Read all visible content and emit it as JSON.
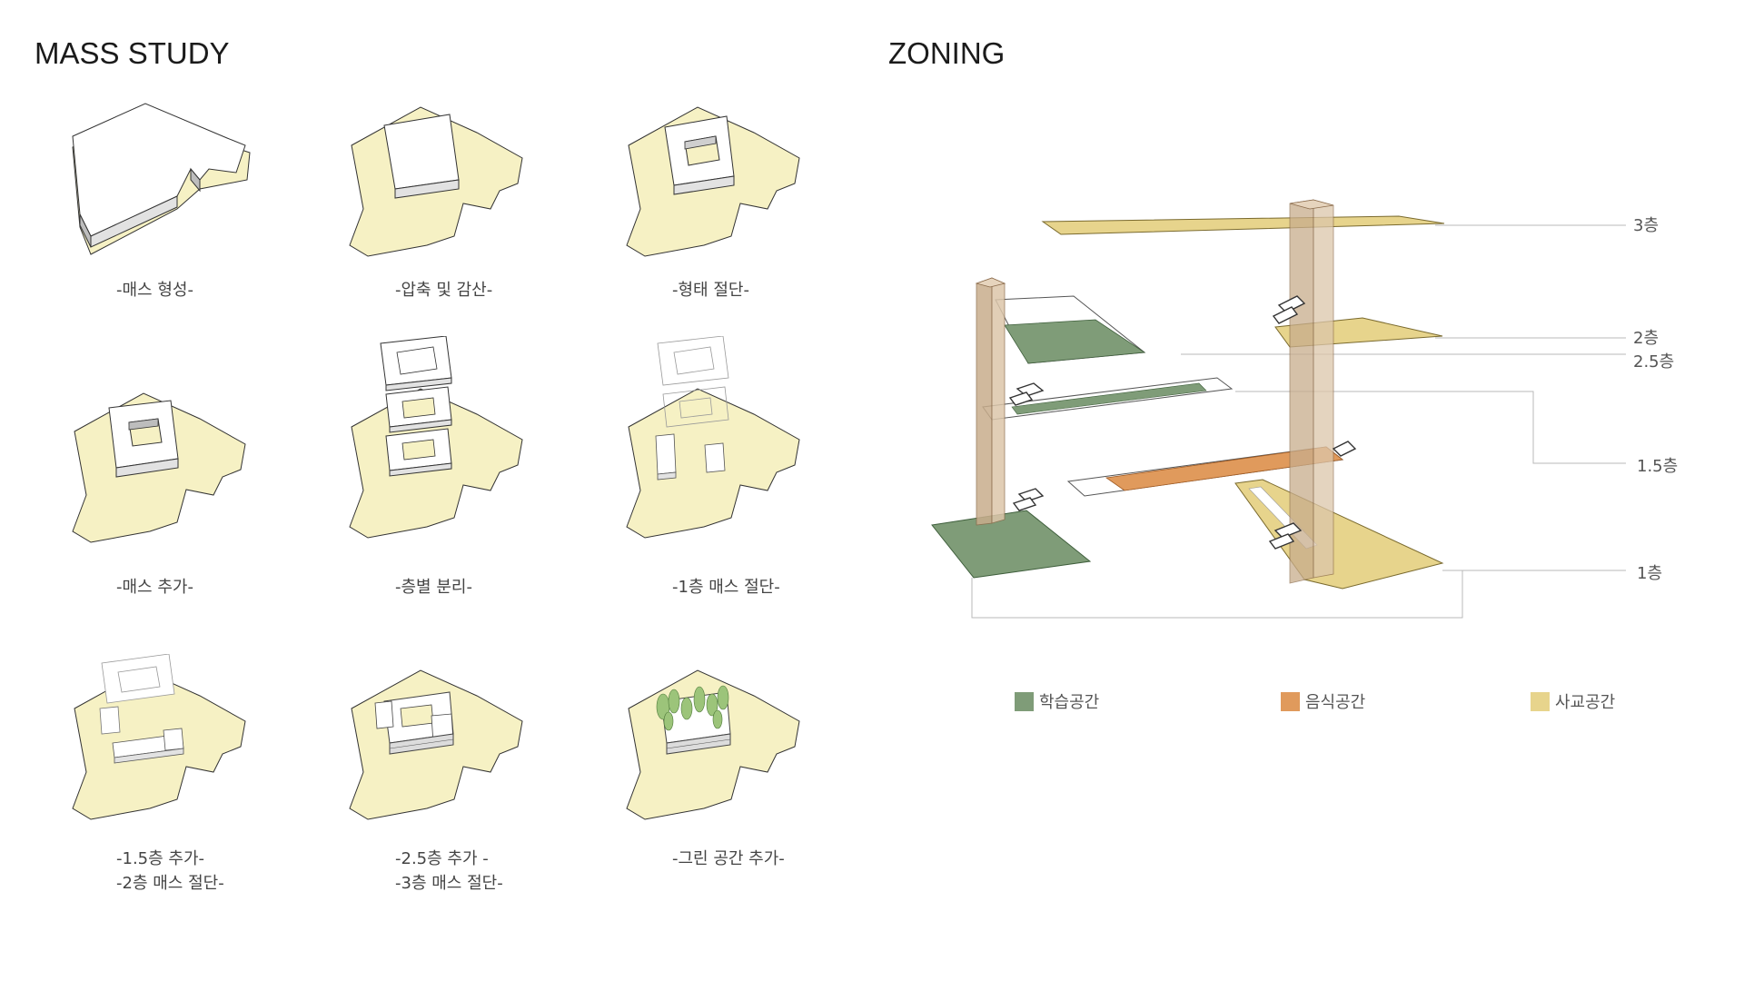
{
  "mass_study": {
    "title": "MASS STUDY",
    "steps": [
      {
        "lines": [
          "-매스 형성-"
        ]
      },
      {
        "lines": [
          "-압축 및 감산-"
        ]
      },
      {
        "lines": [
          "-형태 절단-"
        ]
      },
      {
        "lines": [
          "-매스 추가-"
        ]
      },
      {
        "lines": [
          "-층별 분리-"
        ]
      },
      {
        "lines": [
          "-1층 매스 절단-"
        ]
      },
      {
        "lines": [
          "-1.5층 추가-",
          "-2층 매스 절단-"
        ]
      },
      {
        "lines": [
          "-2.5층 추가 -",
          "-3층 매스 절단-"
        ]
      },
      {
        "lines": [
          "-그린 공간 추가-"
        ]
      }
    ]
  },
  "zoning": {
    "title": "ZONING",
    "floor_labels": [
      "3층",
      "2층",
      "2.5층",
      "1.5층",
      "1층"
    ],
    "legend": [
      {
        "label": "학습공간",
        "color": "#7f9c78"
      },
      {
        "label": "음식공간",
        "color": "#e09a5c"
      },
      {
        "label": "사교공간",
        "color": "#e7d48c"
      }
    ]
  },
  "colors": {
    "site": "#f6f1c4",
    "learning": "#7f9c78",
    "food": "#e09a5c",
    "social": "#e7d48c",
    "core": "#cdb8a0"
  }
}
